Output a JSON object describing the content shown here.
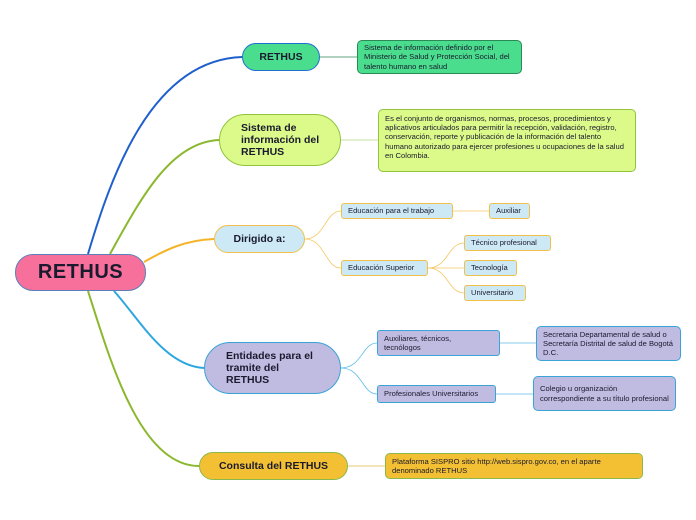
{
  "root": {
    "label": "RETHUS"
  },
  "branches": {
    "rethus": {
      "label": "RETHUS",
      "note": "Sistema de información definido por el Ministerio de Salud y Protección Social, del talento humano en salud"
    },
    "sistema": {
      "label": "Sistema de información del RETHUS",
      "note": "Es el conjunto de organismos, normas, procesos, procedimientos y aplicativos articulados para permitir la recepción, validación, registro, conservación, reporte y publicación de la información del talento humano autorizado para ejercer profesiones u ocupaciones de la salud en Colombia."
    },
    "dirigido": {
      "label": "Dirigido a:",
      "trabajo": {
        "label": "Educación para el trabajo",
        "children": [
          "Auxiliar"
        ]
      },
      "superior": {
        "label": "Educación Superior",
        "children": [
          "Técnico profesional",
          "Tecnología",
          "Universitario"
        ]
      }
    },
    "entidades": {
      "label": "Entidades para el tramite del RETHUS",
      "auxiliares": {
        "label": "Auxiliares, técnicos, tecnólogos",
        "note": "Secretaria Departamental de salud o Secretaría Distrital de salud de Bogotá D.C."
      },
      "profesionales": {
        "label": "Profesionales Universitarios",
        "note": "Colegio u organización correspondiente a su título profesional"
      }
    },
    "consulta": {
      "label": "Consulta del RETHUS",
      "note": "Plataforma SISPRO sitio http://web.sispro.gov.co, en el aparte denominado RETHUS"
    }
  },
  "colors": {
    "root": "#f7709c",
    "rethus_line": "#1f5fcc",
    "sistema_line": "#8bb82e",
    "dirigido_line": "#f5b428",
    "entidades_line": "#2ea6e0",
    "consulta_line": "#8bb82e"
  }
}
